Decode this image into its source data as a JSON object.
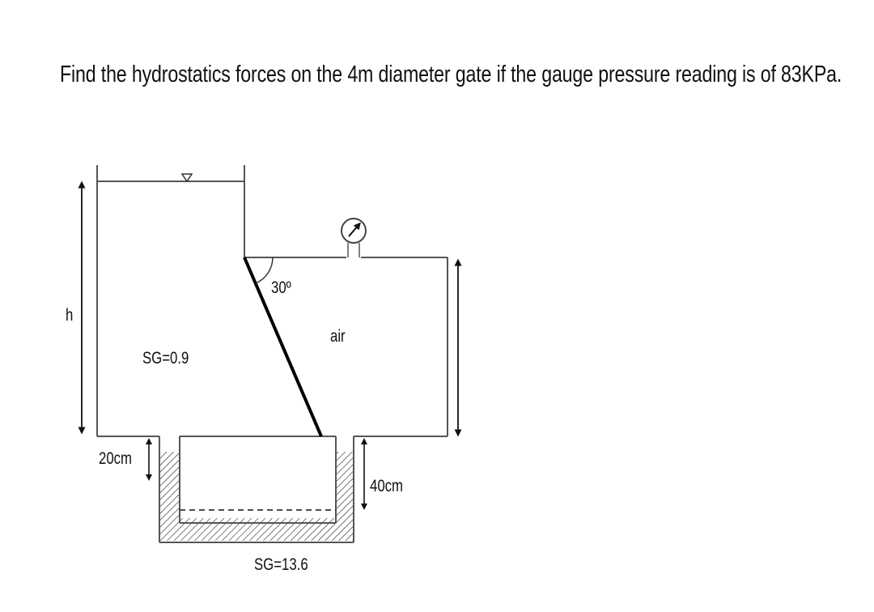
{
  "question": "Find the hydrostatics forces on the 4m diameter gate if the gauge pressure reading is of 83KPa.",
  "labels": {
    "h": "h",
    "angle": "30º",
    "air": "air",
    "fluid_left": "SG=0.9",
    "manometer_left": "20cm",
    "manometer_right": "40cm",
    "manometer_fluid": "SG=13.6"
  },
  "icons": {
    "free_surface": "inverted-triangle-icon",
    "gauge": "pressure-gauge-icon"
  }
}
